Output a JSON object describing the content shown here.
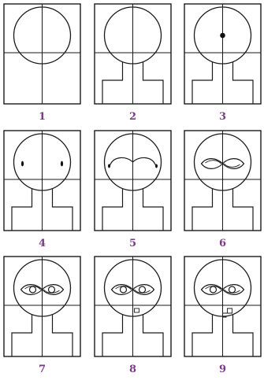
{
  "label_color": "#7a3b86",
  "panels": [
    {
      "label": "1",
      "head": true,
      "neck": false,
      "center_dot": false,
      "eyes": null,
      "nose": null
    },
    {
      "label": "2",
      "head": true,
      "neck": true,
      "center_dot": false,
      "eyes": null,
      "nose": null
    },
    {
      "label": "3",
      "head": true,
      "neck": true,
      "center_dot": true,
      "eyes": null,
      "nose": null
    },
    {
      "label": "4",
      "head": true,
      "neck": true,
      "center_dot": false,
      "eyes": "dots",
      "nose": null
    },
    {
      "label": "5",
      "head": true,
      "neck": true,
      "center_dot": false,
      "eyes": "arcs",
      "nose": null
    },
    {
      "label": "6",
      "head": true,
      "neck": true,
      "center_dot": false,
      "eyes": "infinity",
      "nose": null
    },
    {
      "label": "7",
      "head": true,
      "neck": true,
      "center_dot": false,
      "eyes": "infinity-pupils",
      "nose": null
    },
    {
      "label": "8",
      "head": true,
      "neck": true,
      "center_dot": false,
      "eyes": "infinity-pupils",
      "nose": "box"
    },
    {
      "label": "9",
      "head": true,
      "neck": true,
      "center_dot": false,
      "eyes": "infinity-pupils",
      "nose": "box-outline"
    }
  ]
}
